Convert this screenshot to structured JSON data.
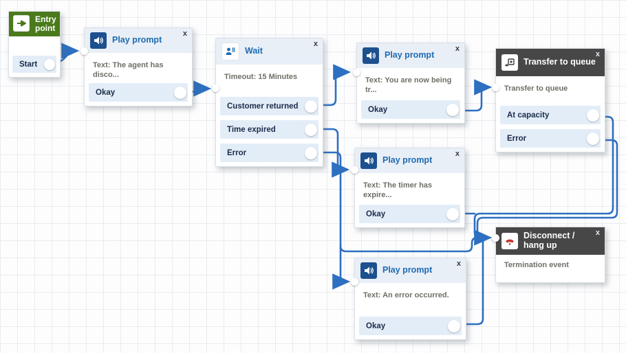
{
  "app": {
    "name": "Contact flow canvas"
  },
  "colors": {
    "connector": "#2d6fc1",
    "header_light": "#e9eff7",
    "header_dark": "#474747",
    "entry_green": "#4a7a1c",
    "title_blue": "#1e6bb2",
    "row_bg": "#e3edf8"
  },
  "blocks": {
    "entry": {
      "title": "Entry point",
      "row": "Start"
    },
    "pp1": {
      "title": "Play prompt",
      "close": "x",
      "desc": "Text: The agent has disco...",
      "row": "Okay"
    },
    "wait": {
      "title": "Wait",
      "close": "x",
      "desc": "Timeout: 15 Minutes",
      "rows": [
        "Customer returned",
        "Time expired",
        "Error"
      ]
    },
    "pp2": {
      "title": "Play prompt",
      "close": "x",
      "desc": "Text: You are now being tr...",
      "row": "Okay"
    },
    "pp3": {
      "title": "Play prompt",
      "close": "x",
      "desc": "Text: The timer has expire...",
      "row": "Okay"
    },
    "pp4": {
      "title": "Play prompt",
      "close": "x",
      "desc": "Text: An error occurred.",
      "row": "Okay"
    },
    "transfer": {
      "title": "Transfer to queue",
      "close": "x",
      "desc": "Transfer to queue",
      "rows": [
        "At capacity",
        "Error"
      ]
    },
    "disconnect": {
      "title": "Disconnect / hang up",
      "close": "x",
      "desc": "Termination event"
    }
  }
}
